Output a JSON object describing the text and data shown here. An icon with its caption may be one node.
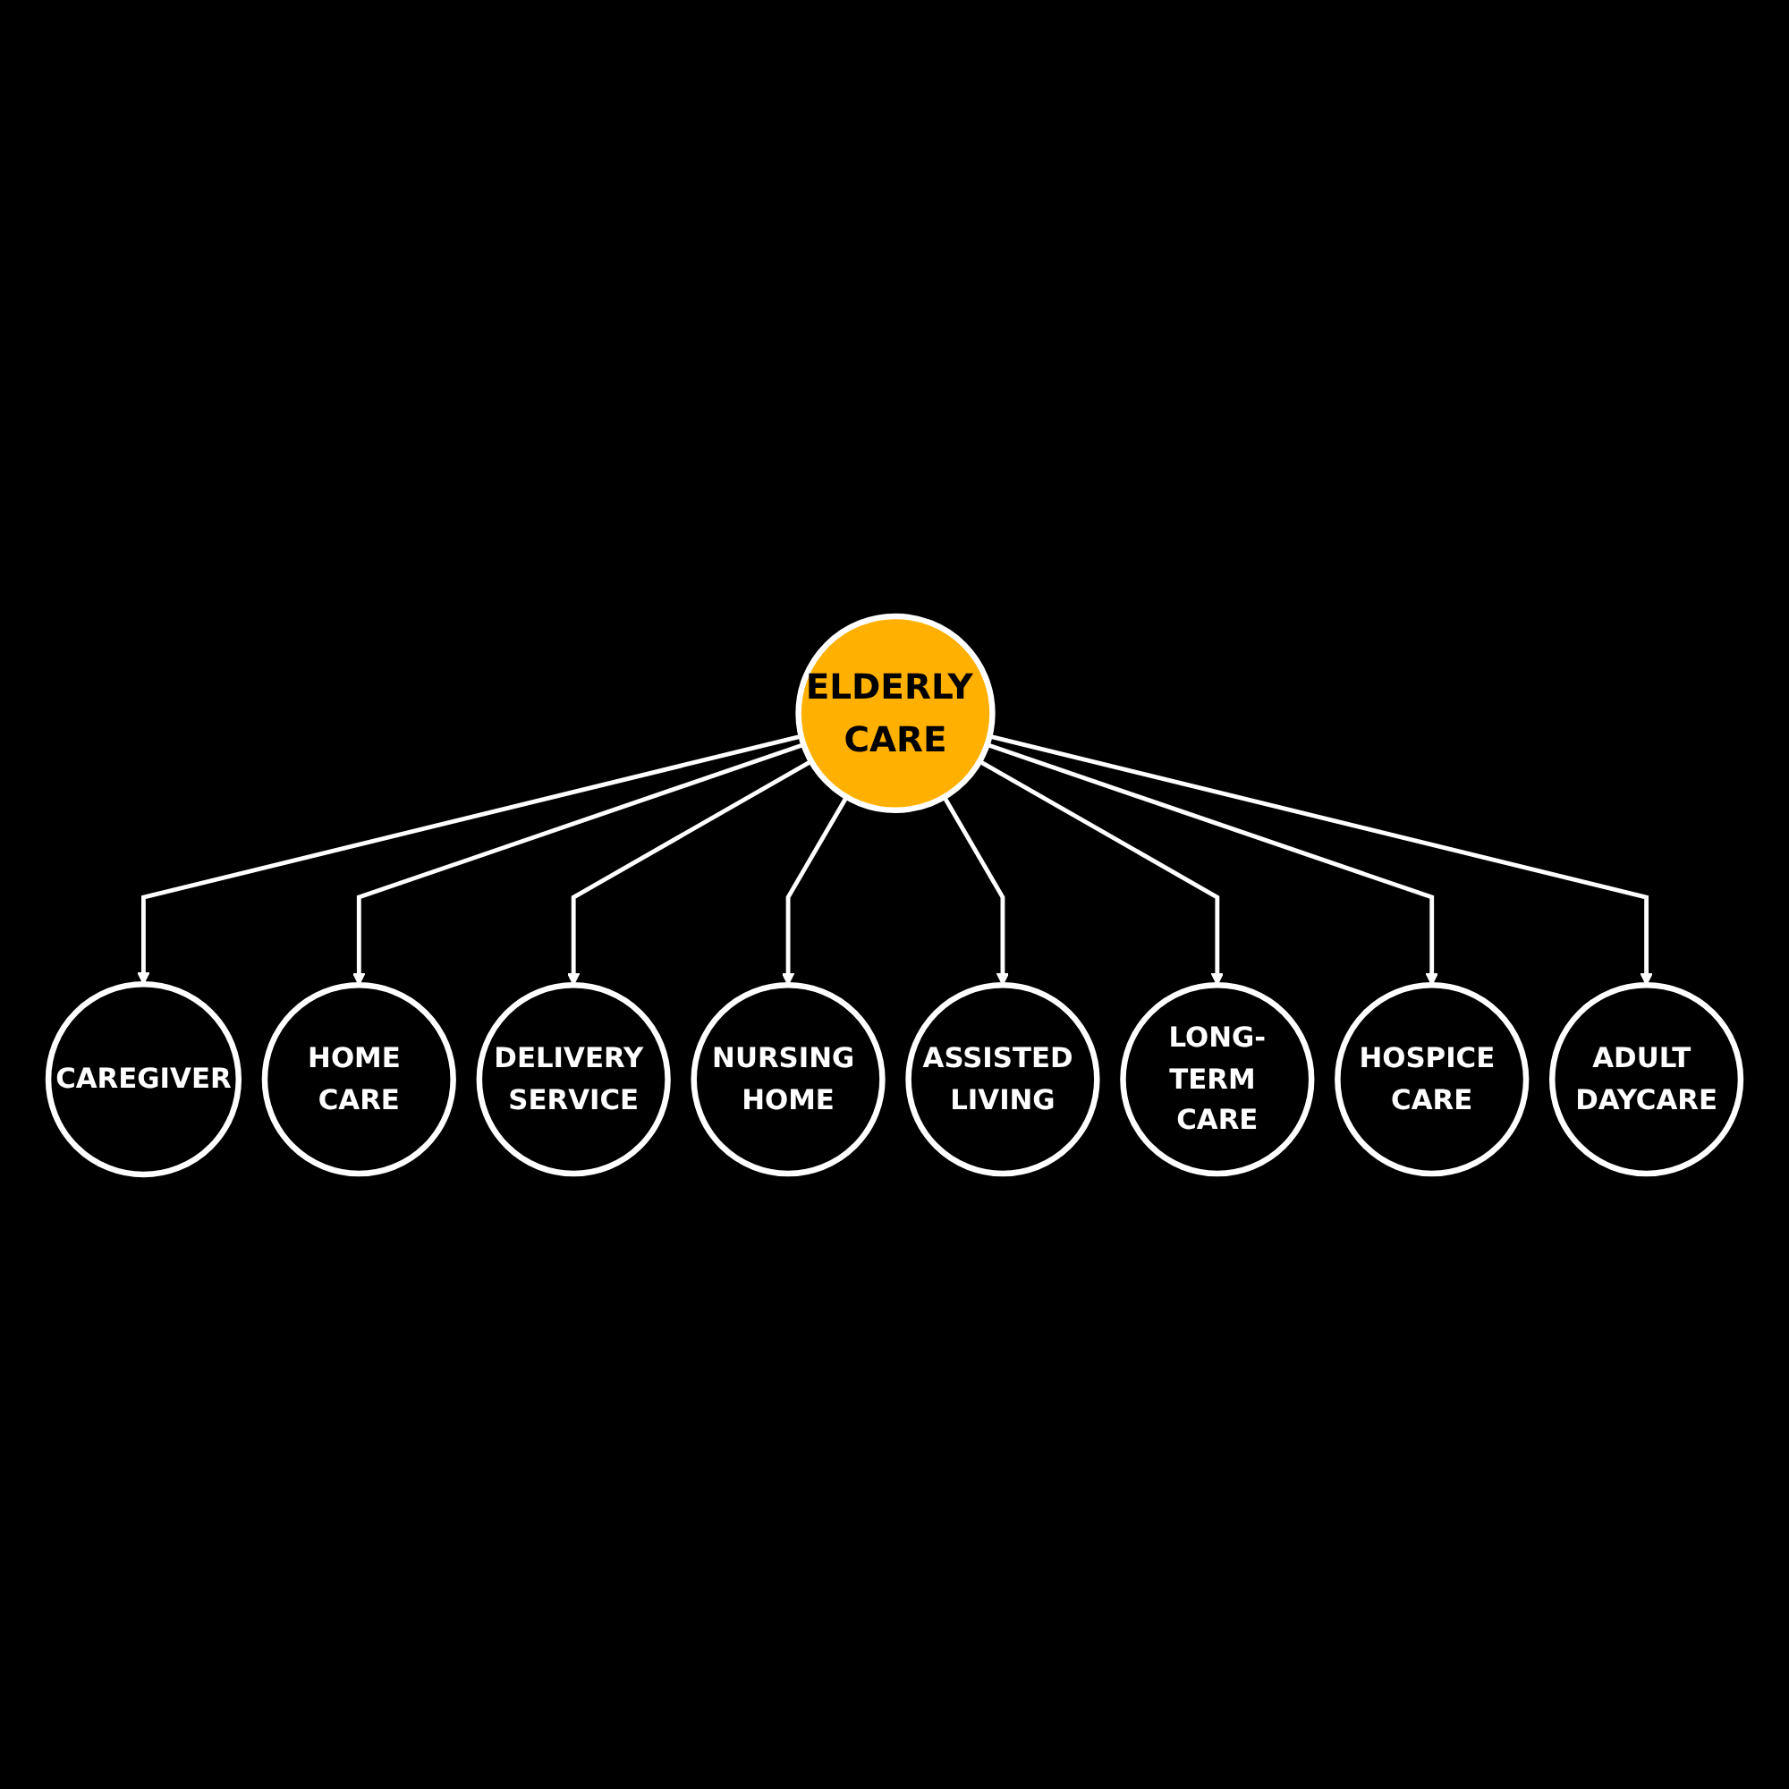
{
  "diagram": {
    "nodes": [
      {
        "text": [
          "CAREGIVER"
        ]
      },
      {
        "text": [
          "HOME CARE"
        ]
      },
      {
        "text": [
          "DELIVERY SERVICE"
        ]
      },
      {
        "text": [
          "NURSING HOME"
        ]
      },
      {
        "text": [
          "ELDERLY CARE"
        ]
      },
      {
        "text": [
          "ASSISTED LIVING"
        ]
      },
      {
        "text": [
          "LONG-TERM CARE"
        ]
      },
      {
        "text": [
          "HOSPICE CARE"
        ]
      },
      {
        "text": [
          "ADULT DAYCARE"
        ]
      }
    ],
    "edges": [
      {
        "from": 4,
        "to": 0,
        "arrow": "to"
      },
      {
        "from": 4,
        "to": 1,
        "arrow": "to"
      },
      {
        "from": 4,
        "to": 2,
        "arrow": "to"
      },
      {
        "from": 4,
        "to": 3,
        "arrow": "to"
      },
      {
        "from": 4,
        "to": 5,
        "arrow": "to"
      },
      {
        "from": 4,
        "to": 6,
        "arrow": "to"
      },
      {
        "from": 4,
        "to": 7,
        "arrow": "to"
      },
      {
        "from": 4,
        "to": 8,
        "arrow": "to"
      }
    ]
  }
}
